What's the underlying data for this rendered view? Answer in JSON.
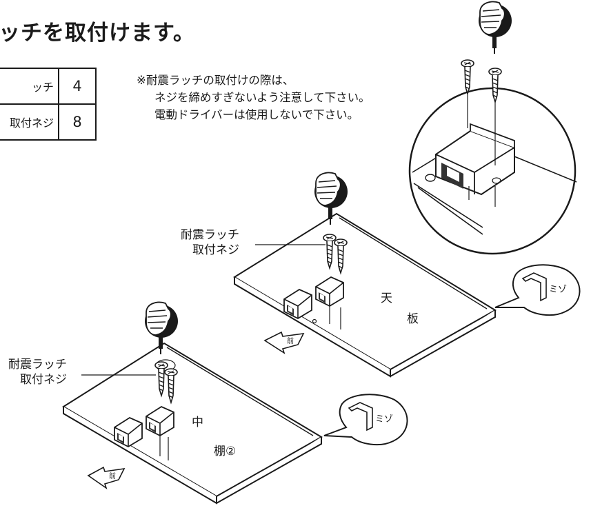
{
  "title": "ッチを取付けます。",
  "parts_table": [
    {
      "name": "ッチ",
      "qty": "4"
    },
    {
      "name": "取付ネジ",
      "qty": "8"
    }
  ],
  "note": {
    "line1": "※耐震ラッチの取付けの際は、",
    "line2": "ネジを締めすぎないよう注意して下さい。",
    "line3": "電動ドライバーは使用しないで下さい。"
  },
  "labels": {
    "top_screw": {
      "line1": "耐震ラッチ",
      "line2": "取付ネジ"
    },
    "mid_screw": {
      "line1": "耐震ラッチ",
      "line2": "取付ネジ"
    }
  },
  "boards": {
    "top": {
      "char1": "天",
      "char2": "板",
      "groove": "ミゾ",
      "front": "前"
    },
    "middle": {
      "char1": "中",
      "char2": "棚②",
      "groove": "ミゾ",
      "front": "前"
    }
  }
}
